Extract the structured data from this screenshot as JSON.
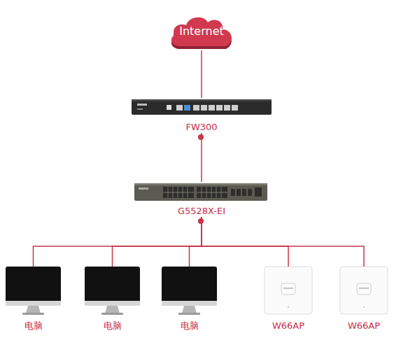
{
  "diagram": {
    "nodes": [
      {
        "text": [
          "Internet"
        ]
      },
      {
        "text": [
          "FW300"
        ]
      },
      {
        "text": [
          "G5528X-EI"
        ]
      },
      {
        "text": [
          "电脑"
        ]
      },
      {
        "text": [
          "电脑"
        ]
      },
      {
        "text": [
          "电脑"
        ]
      },
      {
        "text": [
          "W66AP"
        ]
      },
      {
        "text": [
          "W66AP"
        ]
      }
    ],
    "edges": [
      {
        "from": 0,
        "to": 1,
        "arrow": "none"
      },
      {
        "from": 1,
        "to": 2,
        "arrow": "none"
      },
      {
        "from": 2,
        "to": 3,
        "arrow": "none"
      },
      {
        "from": 2,
        "to": 4,
        "arrow": "none"
      },
      {
        "from": 2,
        "to": 5,
        "arrow": "none"
      },
      {
        "from": 2,
        "to": 6,
        "arrow": "none"
      },
      {
        "from": 2,
        "to": 7,
        "arrow": "none"
      }
    ]
  }
}
